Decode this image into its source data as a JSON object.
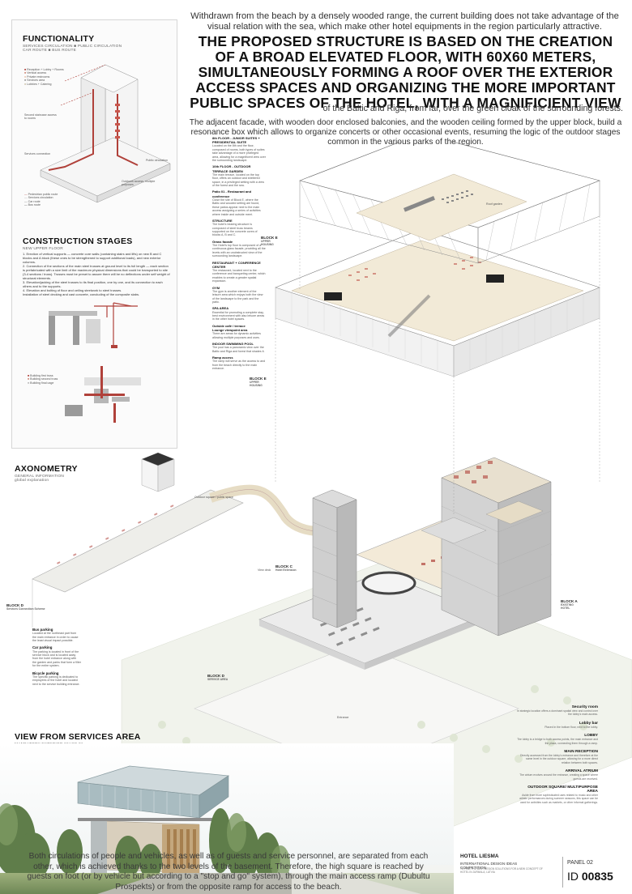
{
  "intro": "Withdrawn from the beach by a densely wooded range, the current building does not take advantage of the visual relation with the sea, which make other hotel equipments in the region particularly attractive.",
  "headline": "THE PROPOSED STRUCTURE IS BASED ON THE CREATION OF A BROAD ELEVATED FLOOR, WITH 60X60 METERS, SIMULTANEOUSLY FORMING A ROOF OVER THE EXTERIOR ACCESS SPACES AND ORGANIZING THE MORE IMPORTANT PUBLIC SPACES OF THE HOTEL, WITH A MAGNIFICIENT VIEW",
  "headline_tail": "of the Baltic and Riga, from far, over the green cloak of the surrounding forests.",
  "paragraph2": "The adjacent facade, with wooden door enclosed balconies, and the wooden ceiling formed by the upper block, build a resonance box which allows to organize concerts or other occasional events, resuming the logic of the outdoor stages common in the various parks of the region.",
  "functionality": {
    "title": "FUNCTIONALITY",
    "subtitle": "SERVICES CIRCULATION  ■  PUBLIC CIRCULATION\nCAR ROUTE  ■  BUS ROUTE",
    "legend": [
      "Reception + Lobby + Rooms",
      "Vertical access",
      "Private restrooms",
      "Services area",
      "Lobbies + Catering"
    ],
    "labels": [
      "Second staircase access to rooms",
      "Services connection",
      "Public circulation",
      "Outdoors access, multiple purposes"
    ],
    "legend_bottom": [
      "Pedestrian public route",
      "Services circulation",
      "Car route",
      "Bus route"
    ]
  },
  "construction": {
    "title": "CONSTRUCTION STAGES",
    "subtitle": "NEW UPPER FLOOR",
    "text": "1. Erection of vertical supports — concrete core walls (containing stairs and lifts) on new B and C blocks and A block (these ones to be strengthened to support additional loads), and new exterior columns.\n2. Connection of the sections of the main steel trusses at ground level to its full length — each section is prefabricated with a size limit of the maximum physical dimensions that could be transported to site (3-4 sections / truss). Trusses must be preset to assure there will be no deflections under self weight of structural elements.\n3. Elevation/jacking of the steel trusses to its final position, one by one, and its connection to each others and to the supports.\n4. Elevation and bolting of floor and ceiling steelwork to steel trusses.\nInstallation of steel decking and cast concrete, concluding of the composite slabs.",
    "legend": [
      "Building first truss",
      "Building second truss",
      "Building final cage"
    ]
  },
  "axonometry": {
    "title": "AXONOMETRY",
    "subtitle": "GENERAL INFORMATION\nglobal explanation"
  },
  "block_labels": {
    "block_e_top": "BLOCK E",
    "block_e_top_sub": "UPPER\nHOUSING",
    "block_e_mid": "BLOCK E",
    "block_e_mid_sub": "UPPER\nHOUSING",
    "block_d_left": "BLOCK D",
    "block_d_left_sub": "Services Connection Scheme",
    "block_c": "BLOCK C",
    "block_c_sub": "Hotel Extension",
    "block_d_bottom": "BLOCK D",
    "block_d_bottom_sub": "SERVICE AREA",
    "block_a": "BLOCK A",
    "block_a_sub": "EXISTING\nHOTEL"
  },
  "program_notes": [
    {
      "h": "8th FLOOR - JUNIOR SUITES + PRESIDENTIAL SUITE",
      "t": "Located on the 8th and the floor, composed of rooms, both types of suites take advantage of a more privileged area, allowing for a magnificent view over the surrounding landscape."
    },
    {
      "h": "10th FLOOR - OUTDOOR TERRACE GARDEN",
      "t": "The main terrace, located on the top floor, offers an outdoor and sheltered space, in a privileged setting with a view of the forest and the sea."
    },
    {
      "h": "Patio 01 - Restaurant and conference",
      "t": "Close the site of Block E, where the Baltic and wooded setting are found, these patios appear next to the main access assigning a series of activities where inside and outside meet."
    },
    {
      "h": "STRUCTURE",
      "t": "The hotel's bearing structure is composed of steel truss beams supported on the concrete cores of blocks A, B and C."
    },
    {
      "h": "Grass facade",
      "t": "The Hotel's top floor is composed of a continuous glass facade, providing all the levels with an unobstructed view of the surrounding landscape."
    },
    {
      "h": "RESTAURANT + CONFERENCE CENTER",
      "t": "The restaurant, located next to the conference and banqueting center, which enables to create a greater spatial expansion."
    },
    {
      "h": "GYM",
      "t": "The gym is another element of the leisure area which enjoys both the view of the landscape to the park and the patio."
    },
    {
      "h": "SPA AREA",
      "t": "Essential for promoting a complete stay, best environment with also leisure areas in the other hotel spaces."
    },
    {
      "h": "Outside café / terrace\nLounge viewpoint area",
      "t": "There are areas for dynamic activities allowing multiple purposes and uses."
    },
    {
      "h": "INDOOR SWIMMING POOL",
      "t": "The pool has a panoramic view over the Baltic and Riga and forest that shades it."
    },
    {
      "h": "Ramp access",
      "t": "The ramp will serve as the access to and from the beach directly to the main entrance."
    }
  ],
  "parking_notes": [
    {
      "h": "Bus parking",
      "t": "Located at the northeast part from the main entrance in order to cause the least visual impact possible."
    },
    {
      "h": "Car parking",
      "t": "The parking is located in front of the service block and is located away from the hotel entrance along with the garden and parks that form a filter for the entire system."
    },
    {
      "h": "Bicycle parking",
      "t": "The specific parking is dedicated to employees of the hotel and located next to the service building entrance."
    }
  ],
  "right_notes": [
    {
      "h": "Security room",
      "t": "In strategic location offers a dominant spatial view and control over the lobby's main access."
    },
    {
      "h": "Lobby bar",
      "t": "Placed in the bottom floor, next to the lobby."
    },
    {
      "h": "LOBBY",
      "t": "The lobby is a bridge to both access points, the main entrance and the plaza, connecting them through a ramp."
    },
    {
      "h": "MAIN RECEPTION",
      "t": "Directly accessed from the lobby's entrance and therefore at the same level in the outdoor square, allowing for a more direct relation between both spaces."
    },
    {
      "h": "ARRIVAL ATRIUM",
      "t": "The atrium evolves around the entrance, creating a space where guests are received."
    },
    {
      "h": "OUTDOOR SQUARE/ MULTIPURPOSE AREA",
      "t": "Aside from more sophisticated uses related to music and other artistic performances during summer seasons, this space can be used for activities such as markets, or other informal gatherings."
    }
  ],
  "small_labels": {
    "outdoor_square": "Outdoor square / public space",
    "view_deck": "View deck",
    "entrance": "Entrance",
    "roof_garden": "Roof garden"
  },
  "view_services": {
    "title": "VIEW FROM SERVICES AREA",
    "subtitle": "MANDATORY EXTERIOR IMAGE 01"
  },
  "bottom_caption": "Both circulations of people and vehicles, as well as of guests and service personnel, are separated from each other, which is achieved thanks to the two levels of the basement. Therefore, the high square is reached by guests on foot (or by vehicle but according to a \"stop and go\" system), through the main access ramp (Dubultu Prospekts) or from the opposite ramp for access to the beach.",
  "project": {
    "name": "HOTEL LIESMA",
    "competition": "INTERNATIONAL DESIGN IDEAS COMPETITION",
    "note": "TO FIND THE BEST DESIGN SOLUTIONS FOR A NEW CONCEPT OF HOTEL IN JURMALA, LATVIA",
    "panel": "PANEL 02",
    "id_prefix": "ID",
    "id": "00835"
  },
  "colors": {
    "accent_red": "#b0413a",
    "floor_cream": "#ede3cf",
    "structure_grey": "#8a8a8a",
    "ground_tint": "#e8ece0"
  }
}
